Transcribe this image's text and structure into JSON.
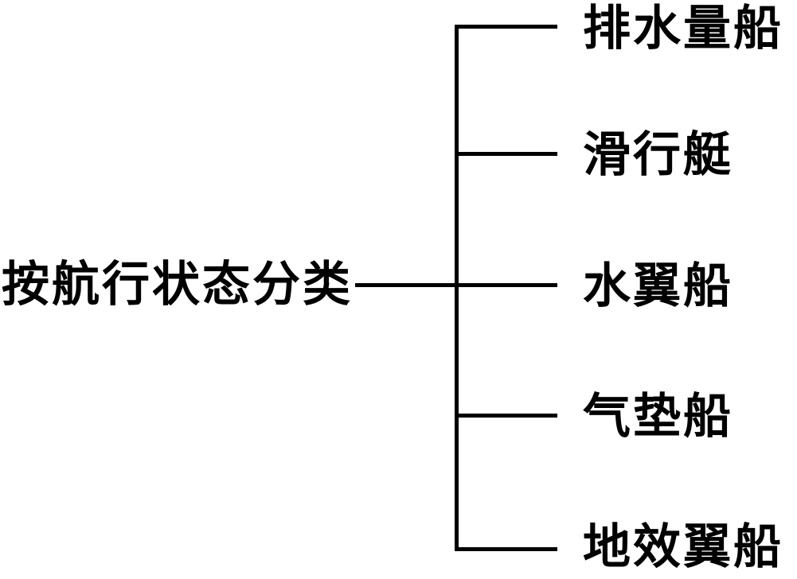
{
  "diagram": {
    "type": "tree",
    "root_label": "按航行状态分类",
    "branches": [
      {
        "label": "排水量船"
      },
      {
        "label": "滑行艇"
      },
      {
        "label": "水翼船"
      },
      {
        "label": "气垫船"
      },
      {
        "label": "地效翼船"
      }
    ],
    "colors": {
      "line": "#000000",
      "text": "#000000",
      "background": "#ffffff"
    }
  }
}
